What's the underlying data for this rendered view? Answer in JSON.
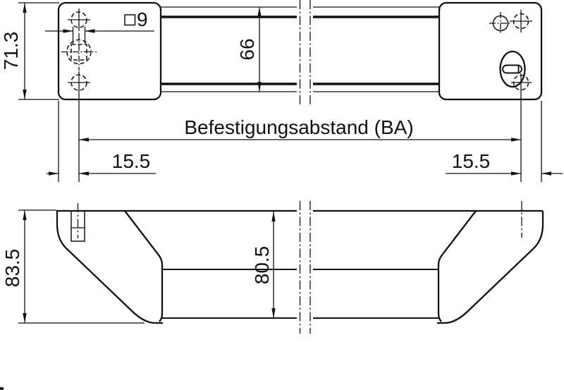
{
  "drawing": {
    "colors": {
      "line": "#111111",
      "background": "#ffffff"
    },
    "front_view": {
      "height_dim": "71.3",
      "square_dim": "9",
      "square_symbol_icon": "square-outline-icon",
      "grip_width_dim": "66",
      "mounting_distance_label": "Befestigungsabstand (BA)",
      "edge_offset_left": "15.5",
      "edge_offset_right": "15.5"
    },
    "plan_view": {
      "depth_dim": "83.5",
      "grip_depth_dim": "80.5"
    }
  }
}
